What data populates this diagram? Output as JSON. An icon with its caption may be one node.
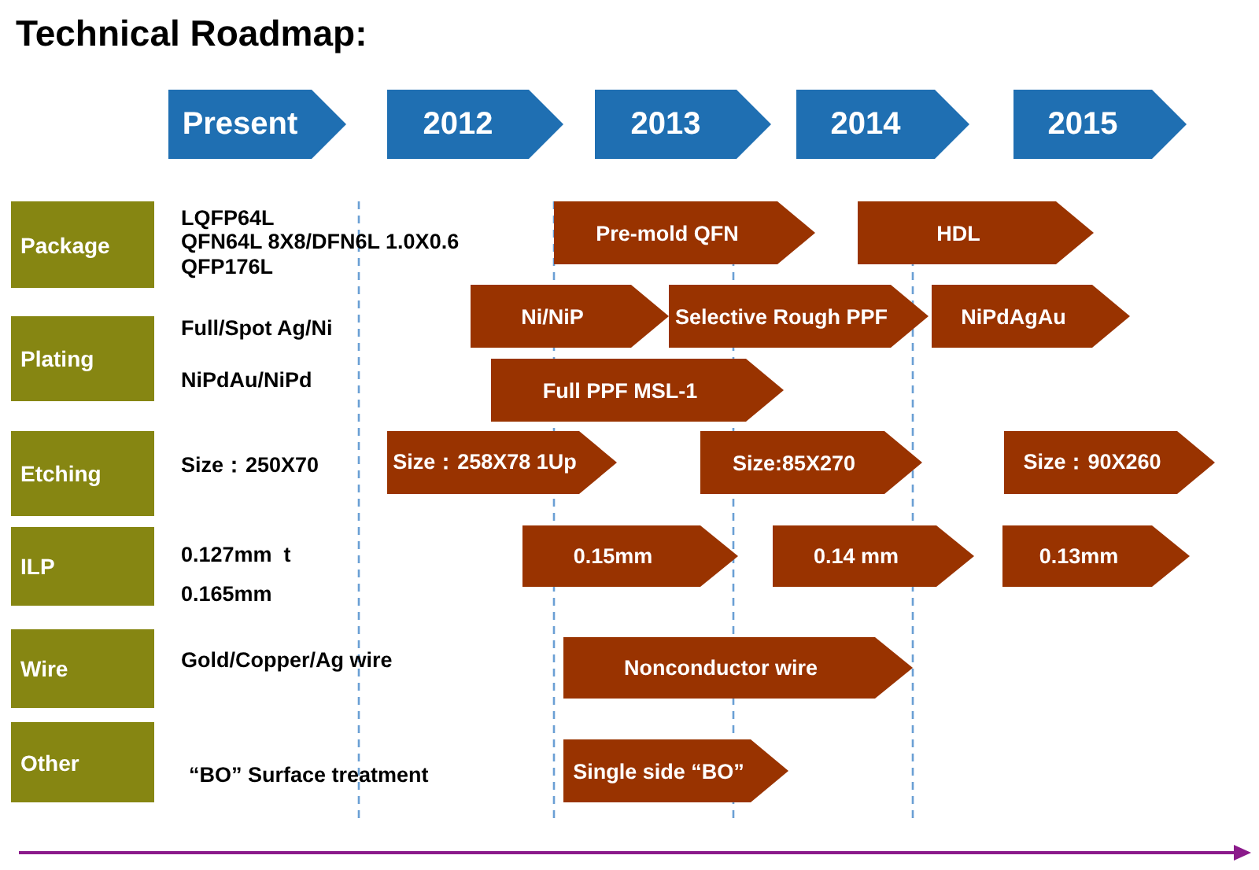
{
  "diagram": {
    "title": "Technical Roadmap:",
    "nodes": [
      {
        "text": [
          "Present"
        ]
      },
      {
        "text": [
          "2012"
        ]
      },
      {
        "text": [
          "2013"
        ]
      },
      {
        "text": [
          "2014"
        ]
      },
      {
        "text": [
          "2015"
        ]
      },
      {
        "text": [
          "Package"
        ],
        "beside": [
          "LQFP64L",
          "QFN64L 8X8/DFN6L 1.0X0.6",
          "QFP176L"
        ]
      },
      {
        "text": [
          "Plating"
        ],
        "beside": [
          "Full/Spot Ag/Ni",
          "NiPdAu/NiPd"
        ]
      },
      {
        "text": [
          "Etching"
        ],
        "beside": [
          "Size：250X70"
        ]
      },
      {
        "text": [
          "ILP"
        ],
        "beside": [
          "0.127mm  t",
          "0.165mm"
        ]
      },
      {
        "text": [
          "Wire"
        ],
        "beside": [
          "Gold/Copper/Ag wire"
        ]
      },
      {
        "text": [
          "Other"
        ],
        "beside": [
          "“BO” Surface treatment"
        ]
      },
      {
        "text": [
          "Pre-mold QFN"
        ]
      },
      {
        "text": [
          "HDL"
        ]
      },
      {
        "text": [
          "Ni/NiP"
        ]
      },
      {
        "text": [
          "Selective Rough PPF"
        ]
      },
      {
        "text": [
          "NiPdAgAu"
        ]
      },
      {
        "text": [
          "Full PPF MSL-1"
        ]
      },
      {
        "text": [
          "Size：258X78 1Up"
        ]
      },
      {
        "text": [
          "Size:85X270"
        ]
      },
      {
        "text": [
          "Size：90X260"
        ]
      },
      {
        "text": [
          "0.15mm"
        ]
      },
      {
        "text": [
          "0.14 mm"
        ]
      },
      {
        "text": [
          "0.13mm"
        ]
      },
      {
        "text": [
          "Nonconductor wire"
        ]
      },
      {
        "text": [
          "Single side “BO”"
        ]
      }
    ]
  }
}
